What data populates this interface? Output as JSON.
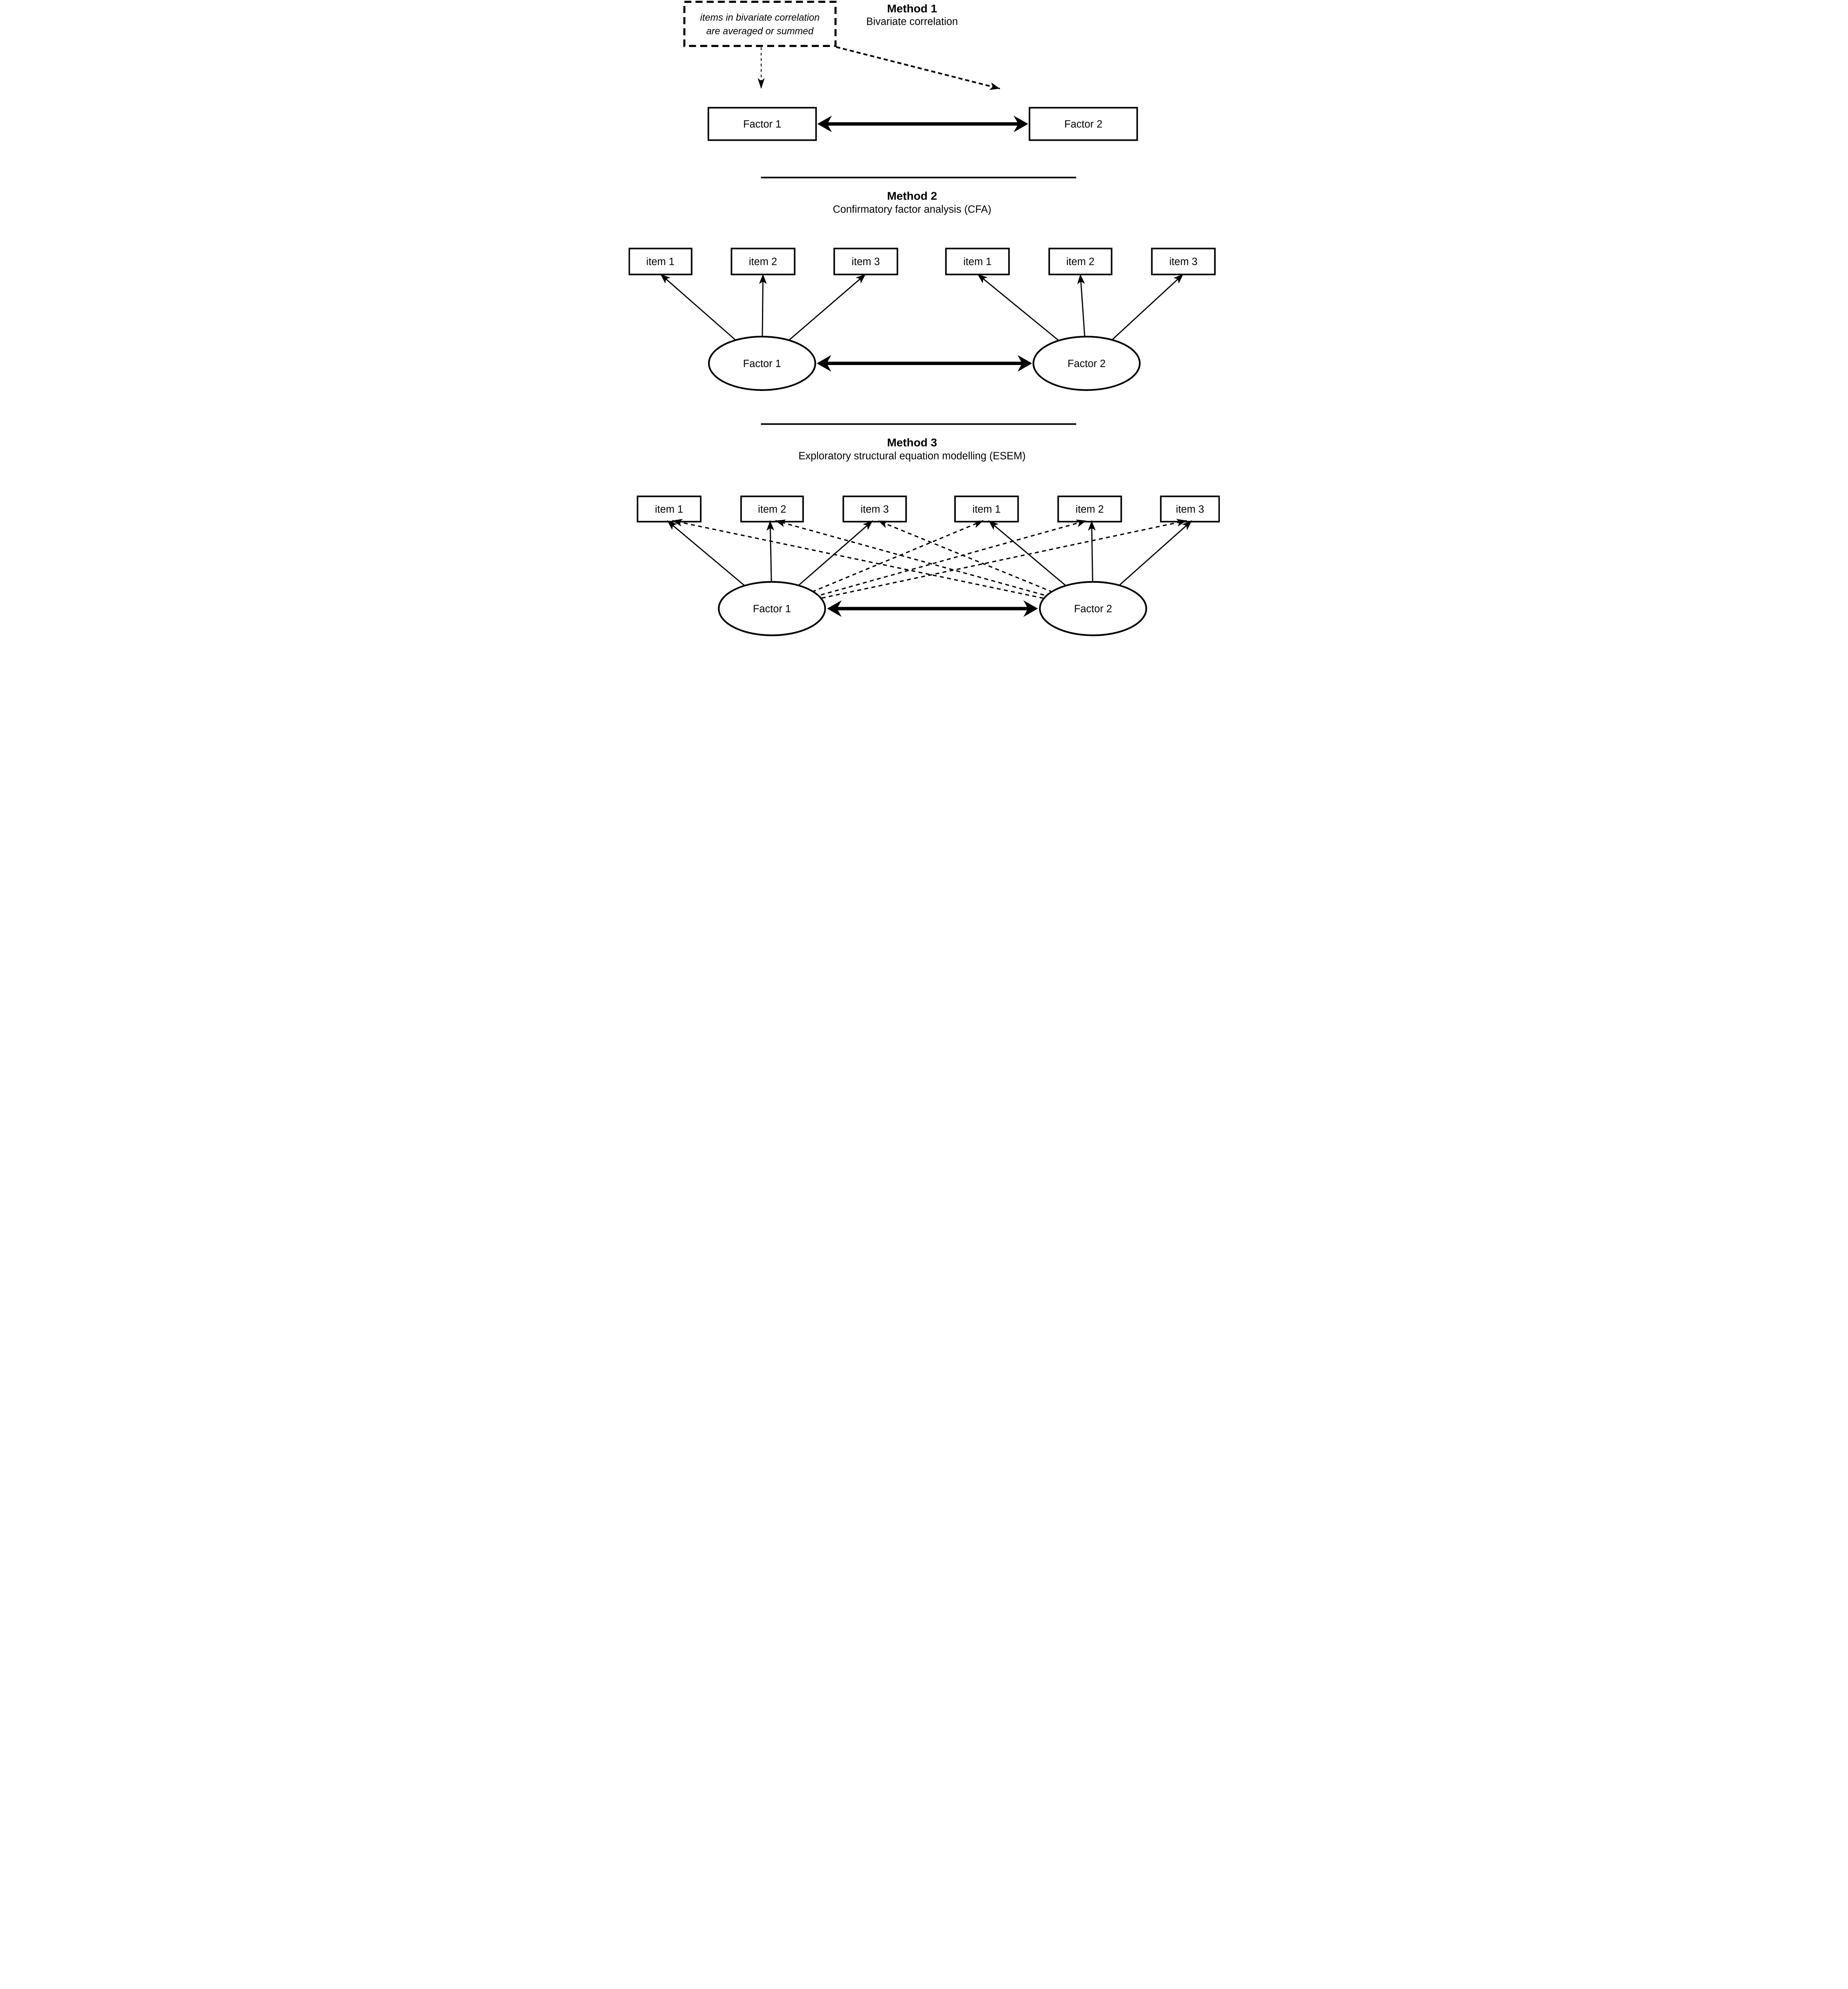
{
  "colors": {
    "ink": "#000000",
    "paper": "#ffffff"
  },
  "method1": {
    "title": "Method 1",
    "subtitle": "Bivariate correlation",
    "note_line1": "items in bivariate correlation",
    "note_line2": "are averaged or summed",
    "factor1": "Factor 1",
    "factor2": "Factor 2"
  },
  "method2": {
    "title": "Method 2",
    "subtitle": "Confirmatory factor analysis (CFA)",
    "factor1": "Factor 1",
    "factor2": "Factor 2",
    "factor1_items": [
      "item 1",
      "item 2",
      "item 3"
    ],
    "factor2_items": [
      "item 1",
      "item 2",
      "item 3"
    ]
  },
  "method3": {
    "title": "Method 3",
    "subtitle": "Exploratory structural equation modelling (ESEM)",
    "factor1": "Factor 1",
    "factor2": "Factor 2",
    "factor1_items": [
      "item 1",
      "item 2",
      "item 3"
    ],
    "factor2_items": [
      "item 1",
      "item 2",
      "item 3"
    ]
  }
}
